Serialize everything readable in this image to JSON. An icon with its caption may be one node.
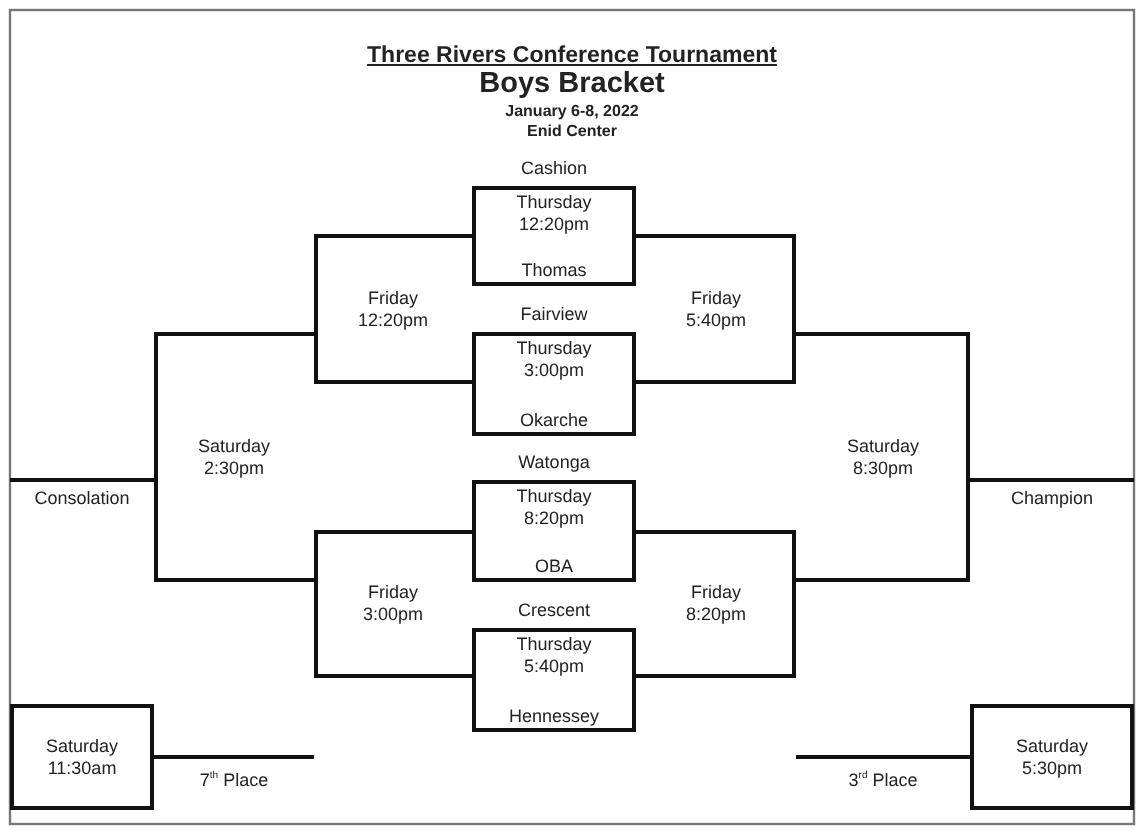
{
  "diagram": {
    "title": "Three Rivers Conference Tournament",
    "nodes": [
      {
        "text": [
          "Cashion",
          "Thursday 12:20pm",
          "Thomas"
        ]
      },
      {
        "text": [
          "Friday 12:20pm"
        ]
      },
      {
        "text": [
          "Friday 5:40pm"
        ]
      },
      {
        "text": [
          "Fairview",
          "Thursday 3:00pm",
          "Okarche"
        ]
      },
      {
        "text": [
          "Saturday 2:30pm"
        ]
      },
      {
        "text": [
          "Saturday 8:30pm"
        ]
      },
      {
        "text": [
          "Consolation"
        ]
      },
      {
        "text": [
          "Champion"
        ]
      },
      {
        "text": [
          "Watonga",
          "Thursday 8:20pm",
          "OBA"
        ]
      },
      {
        "text": [
          "Friday 3:00pm"
        ]
      },
      {
        "text": [
          "Friday 8:20pm"
        ]
      },
      {
        "text": [
          "Crescent",
          "Thursday 5:40pm",
          "Hennessey"
        ]
      },
      {
        "text": [
          "Saturday 11:30am"
        ]
      },
      {
        "text": [
          "Saturday 5:30pm"
        ]
      }
    ],
    "edges": [
      {
        "from": 4,
        "to": 6,
        "arrow": "none"
      },
      {
        "from": 5,
        "to": 7,
        "arrow": "none"
      },
      {
        "from": 12,
        "to": null,
        "arrow": "none",
        "label": "7$^{th}$ Place"
      },
      {
        "from": 13,
        "to": null,
        "arrow": "none",
        "label": "3$^{rd}$ Place"
      }
    ],
    "labels": [
      "Boys Bracket",
      "January 6-8, 2022",
      "Enid Center"
    ]
  }
}
